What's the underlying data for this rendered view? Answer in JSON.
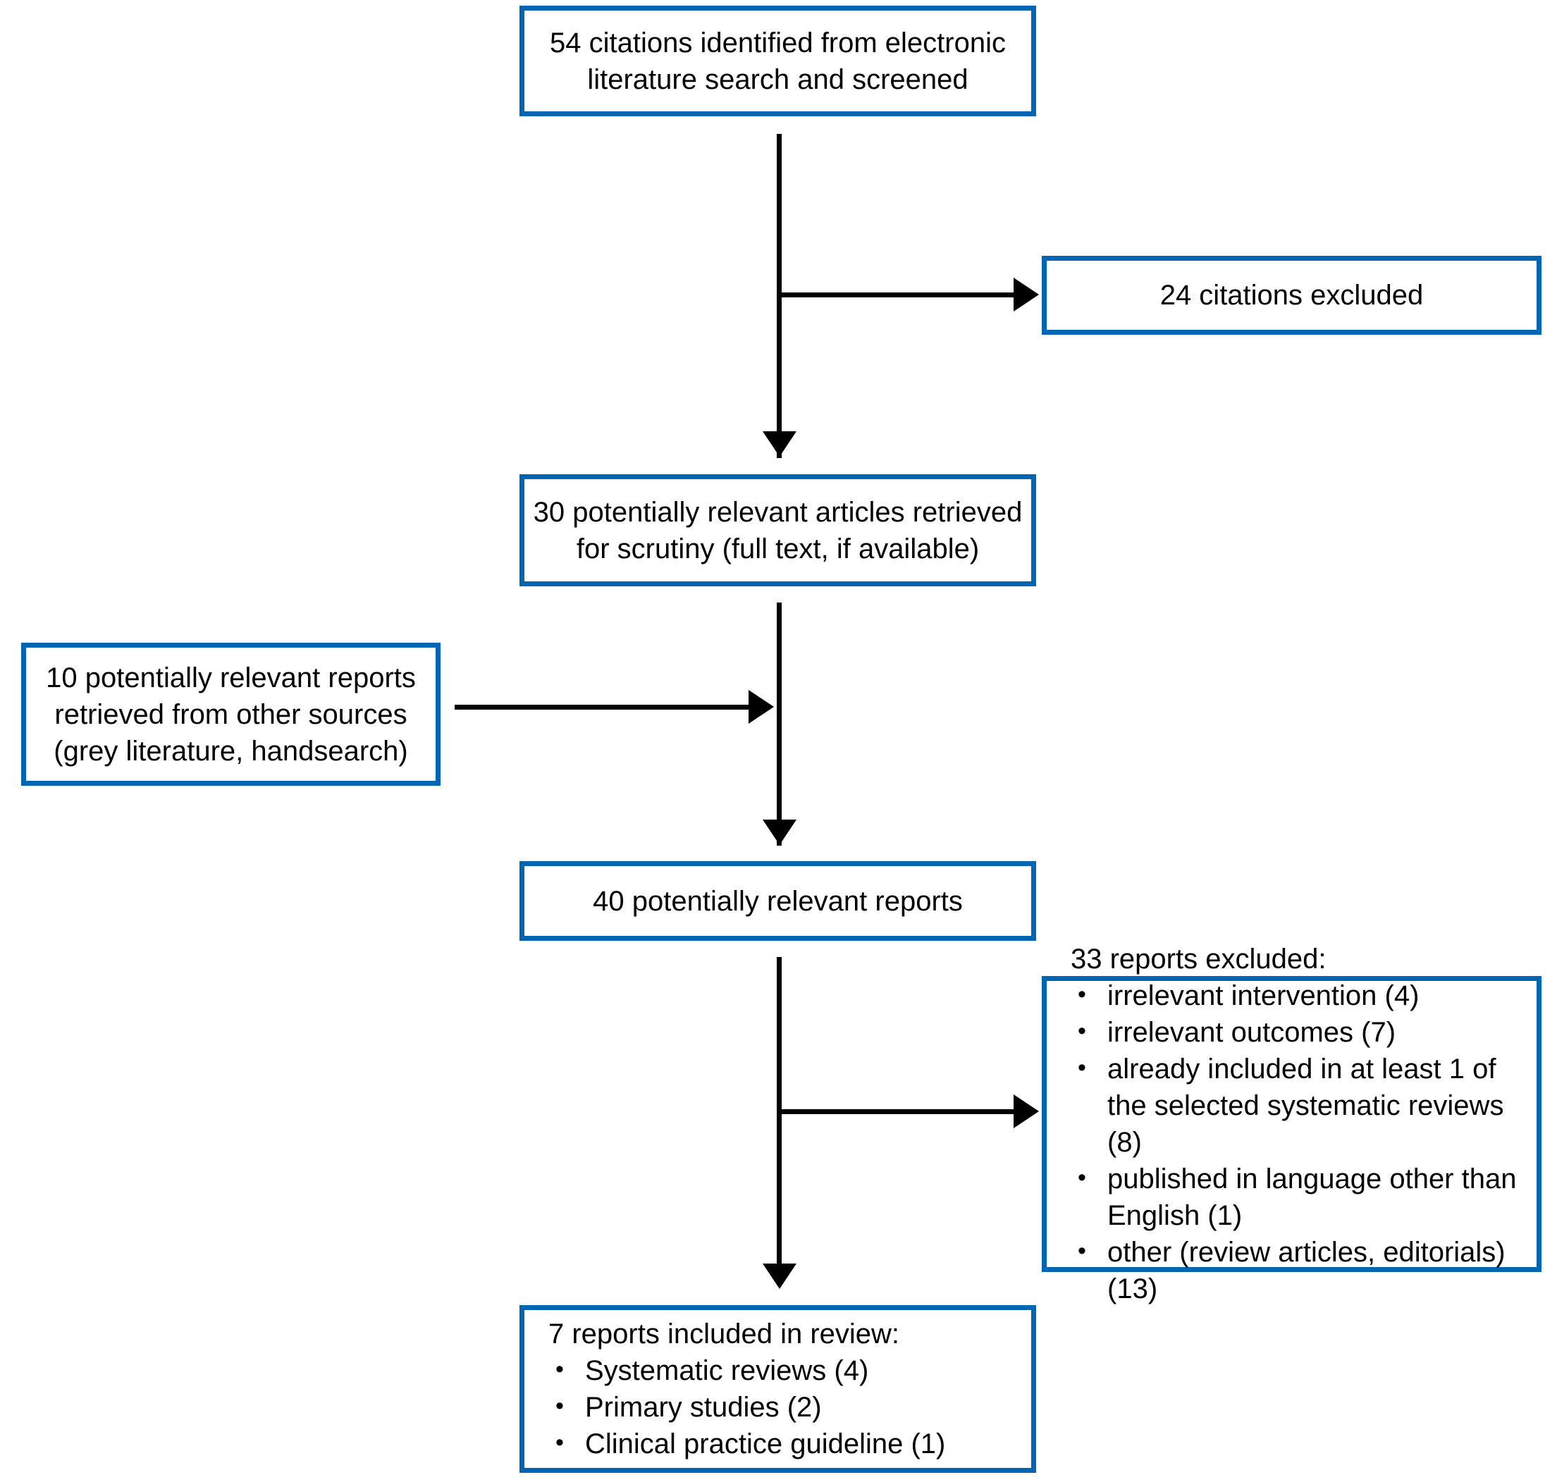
{
  "diagram": {
    "title": "Study selection flow diagram",
    "accent_color": "#0066b3",
    "line_color": "#000000",
    "background_color": "#ffffff"
  },
  "nodes": {
    "identified": {
      "line1": "54 citations identified from electronic",
      "line2": "literature search and screened"
    },
    "citations_excluded": {
      "label": "24 citations excluded"
    },
    "retrieved_for_scrutiny": {
      "line1": "30 potentially relevant articles retrieved",
      "line2": "for scrutiny (full text, if available)"
    },
    "other_sources": {
      "line1": "10 potentially relevant reports",
      "line2": "retrieved from other sources",
      "line3": "(grey literature, handsearch)"
    },
    "relevant_reports": {
      "label": "40 potentially relevant reports"
    },
    "reports_excluded": {
      "lead": "33 reports excluded:",
      "items": [
        "irrelevant intervention (4)",
        "irrelevant outcomes (7)",
        "already included in at least 1 of the selected systematic reviews (8)",
        "published in language other than English (1)",
        "other (review articles, editorials) (13)"
      ]
    },
    "reports_included": {
      "lead": "7 reports included in review:",
      "items": [
        "Systematic reviews (4)",
        "Primary studies (2)",
        "Clinical practice guideline (1)"
      ]
    }
  },
  "chart_data": {
    "type": "diagram",
    "title": "PRISMA-style study selection flow",
    "stages": [
      {
        "id": "identified",
        "count": 54,
        "label": "citations identified from electronic literature search and screened"
      },
      {
        "id": "citations_excluded",
        "count": 24,
        "label": "citations excluded"
      },
      {
        "id": "retrieved_for_scrutiny",
        "count": 30,
        "label": "potentially relevant articles retrieved for scrutiny (full text, if available)"
      },
      {
        "id": "other_sources",
        "count": 10,
        "label": "potentially relevant reports retrieved from other sources (grey literature, handsearch)"
      },
      {
        "id": "relevant_reports",
        "count": 40,
        "label": "potentially relevant reports"
      },
      {
        "id": "reports_excluded",
        "count": 33,
        "label": "reports excluded",
        "breakdown": [
          {
            "reason": "irrelevant intervention",
            "count": 4
          },
          {
            "reason": "irrelevant outcomes",
            "count": 7
          },
          {
            "reason": "already included in at least 1 of the selected systematic reviews",
            "count": 8
          },
          {
            "reason": "published in language other than English",
            "count": 1
          },
          {
            "reason": "other (review articles, editorials)",
            "count": 13
          }
        ]
      },
      {
        "id": "reports_included",
        "count": 7,
        "label": "reports included in review",
        "breakdown": [
          {
            "reason": "Systematic reviews",
            "count": 4
          },
          {
            "reason": "Primary studies",
            "count": 2
          },
          {
            "reason": "Clinical practice guideline",
            "count": 1
          }
        ]
      }
    ],
    "edges": [
      {
        "from": "identified",
        "to": "retrieved_for_scrutiny"
      },
      {
        "from": "identified",
        "to": "citations_excluded"
      },
      {
        "from": "other_sources",
        "to": "relevant_reports"
      },
      {
        "from": "retrieved_for_scrutiny",
        "to": "relevant_reports"
      },
      {
        "from": "relevant_reports",
        "to": "reports_excluded"
      },
      {
        "from": "relevant_reports",
        "to": "reports_included"
      }
    ]
  }
}
